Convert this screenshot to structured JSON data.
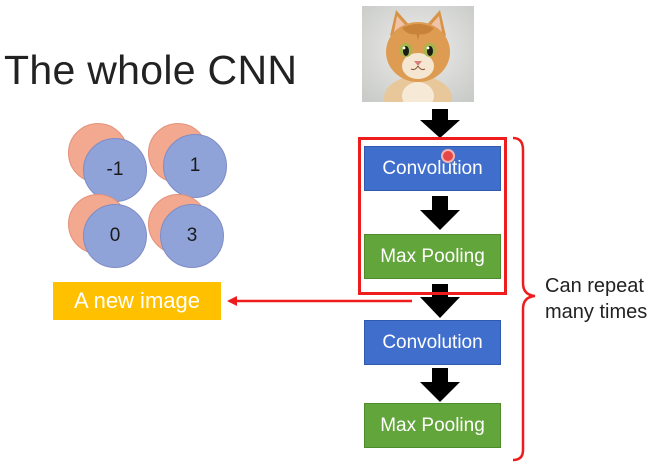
{
  "slide": {
    "title": "The whole CNN",
    "new_image_label": "A new image",
    "repeat_label_line1": "Can repeat",
    "repeat_label_line2": "many times"
  },
  "feature_map": {
    "values": [
      "-1",
      "1",
      "0",
      "3"
    ]
  },
  "pipeline": {
    "blocks": [
      {
        "label": "Convolution",
        "kind": "convolution"
      },
      {
        "label": "Max Pooling",
        "kind": "max-pooling"
      },
      {
        "label": "Convolution",
        "kind": "convolution"
      },
      {
        "label": "Max Pooling",
        "kind": "max-pooling"
      }
    ]
  },
  "colors": {
    "convolution": "#3f6ecc",
    "max_pooling": "#62a53a",
    "new_image": "#ffc000",
    "highlight": "#ee1c1c",
    "node_front": "#8fa3d9",
    "node_back": "#f2a98f"
  },
  "icons": {
    "input_image": "cat-photo",
    "flow_arrow": "down-arrow-icon",
    "repeat_brace": "curly-brace-icon"
  }
}
